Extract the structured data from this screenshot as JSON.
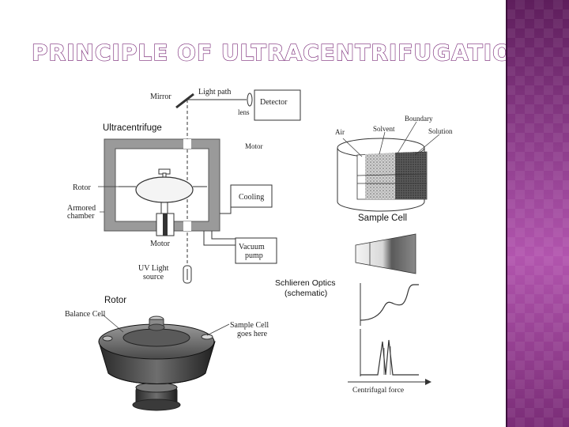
{
  "title": "PRINCIPLE OF ULTRACENTRIFUGATION",
  "labels": {
    "mirror": "Mirror",
    "light_path": "Light path",
    "detector": "Detector",
    "lens": "lens",
    "ultracentrifuge": "Ultracentrifuge",
    "motor_top": "Motor",
    "rotor": "Rotor",
    "armored_1": "Armored",
    "armored_2": "chamber",
    "cooling": "Cooling",
    "motor_bottom": "Motor",
    "vacuum_1": "Vacuum",
    "vacuum_2": "pump",
    "uv_1": "UV Light",
    "uv_2": "source",
    "rotor_heading": "Rotor",
    "balance_cell": "Balance Cell",
    "sample_cell_1": "Sample Cell",
    "sample_cell_2": "goes here",
    "boundary": "Boundary",
    "air": "Air",
    "solvent": "Solvent",
    "solution": "Solution",
    "sample_cell_caption": "Sample Cell",
    "schlieren_1": "Schlieren Optics",
    "schlieren_2": "(schematic)",
    "centrifugal_force": "Centrifugal force"
  },
  "colors": {
    "title_outline": "#7a2a78",
    "side_panel": "#8a3a86",
    "chamber_fill": "#9a9a9a"
  }
}
